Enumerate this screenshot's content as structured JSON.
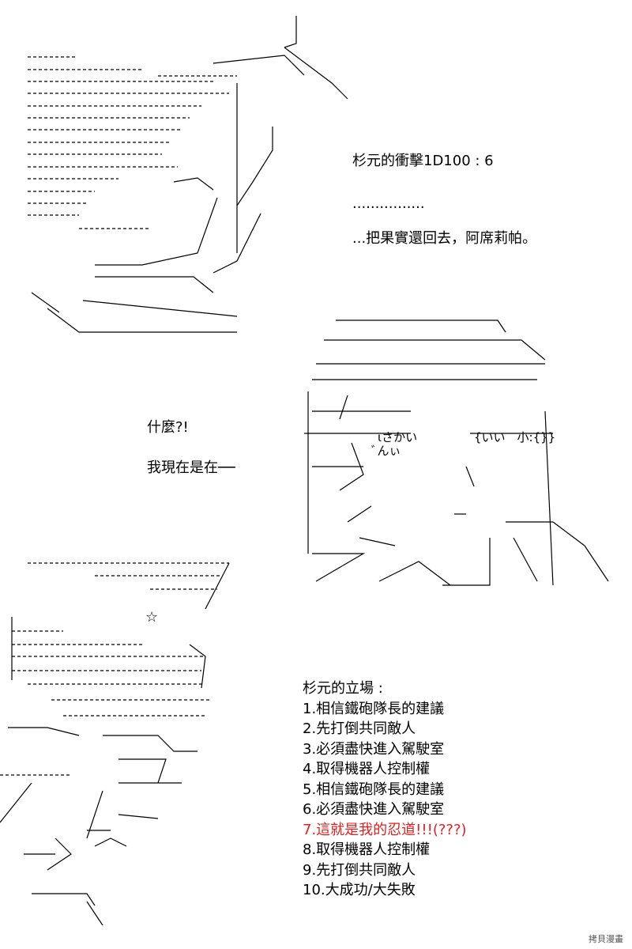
{
  "panel1": {
    "title": "杉元的衝擊1D100 : 6",
    "dots": "................",
    "line": "...把果實還回去，阿席莉帕。"
  },
  "panel2": {
    "line1": "什麼?!",
    "line2": "我現在是在──"
  },
  "art_text": {
    "jp_left": "ιさかい",
    "jp_mid": "{いい　小:{}}",
    "jp_tail": "ﾞんぃ"
  },
  "stance": {
    "title": "杉元的立場 :",
    "items": [
      "1.相信鐵砲隊長的建議",
      "2.先打倒共同敵人",
      "3.必須盡快進入駕駛室",
      "4.取得機器人控制權",
      "5.相信鐵砲隊長的建議",
      "6.必須盡快進入駕駛室",
      "7.這就是我的忍道!!!(???)",
      "8.取得機器人控制權",
      "9.先打倒共同敵人",
      "10.大成功/大失敗"
    ],
    "highlight_color": "#e02020"
  },
  "watermark": "拷貝漫畫"
}
